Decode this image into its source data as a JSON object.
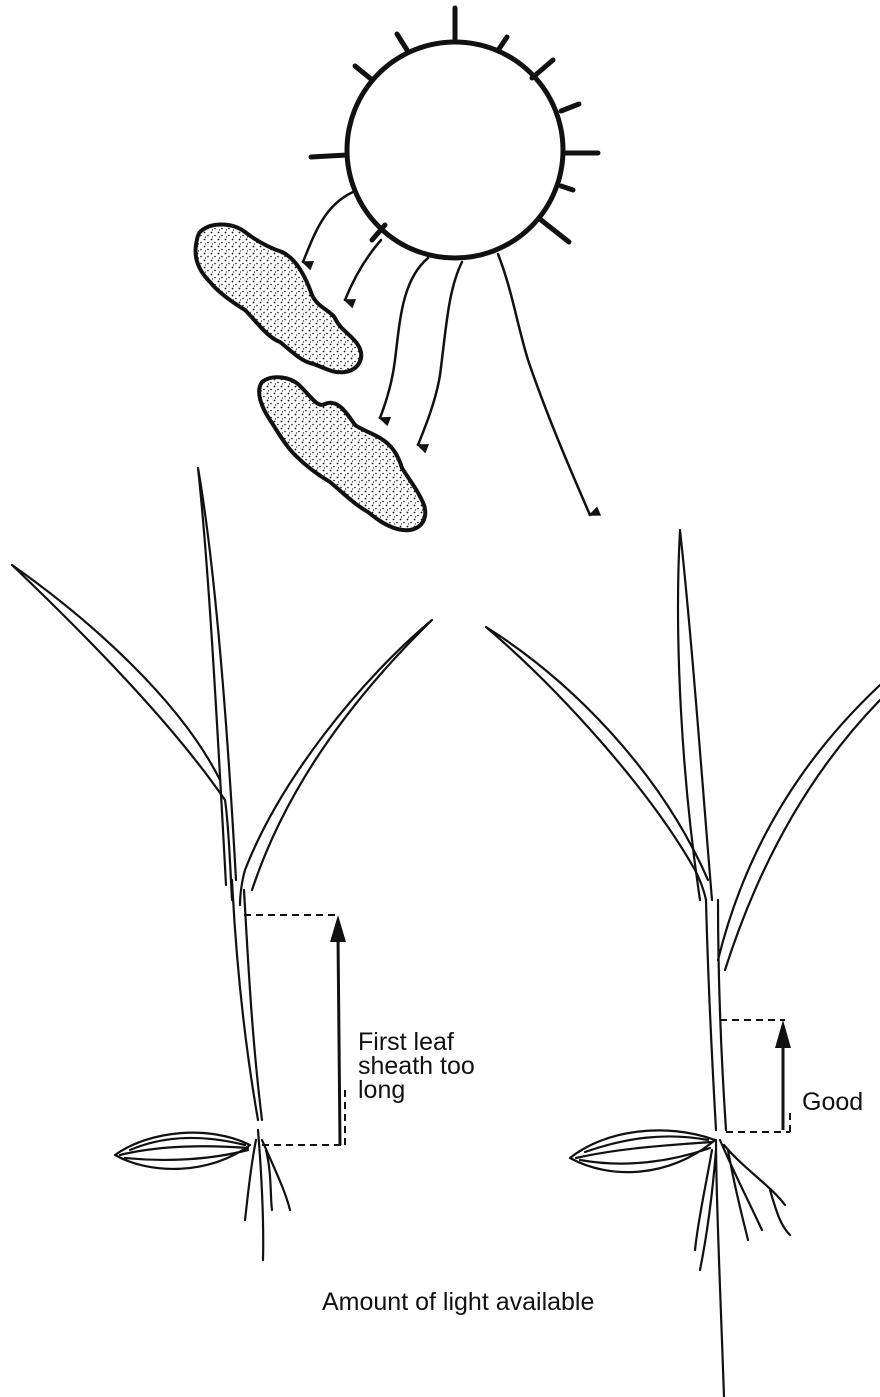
{
  "labels": {
    "first_leaf_lines": [
      "First leaf",
      "sheath too",
      "long"
    ],
    "good": "Good",
    "caption": "Amount of light available"
  },
  "style": {
    "ink": "#111111",
    "background": "#ffffff"
  }
}
